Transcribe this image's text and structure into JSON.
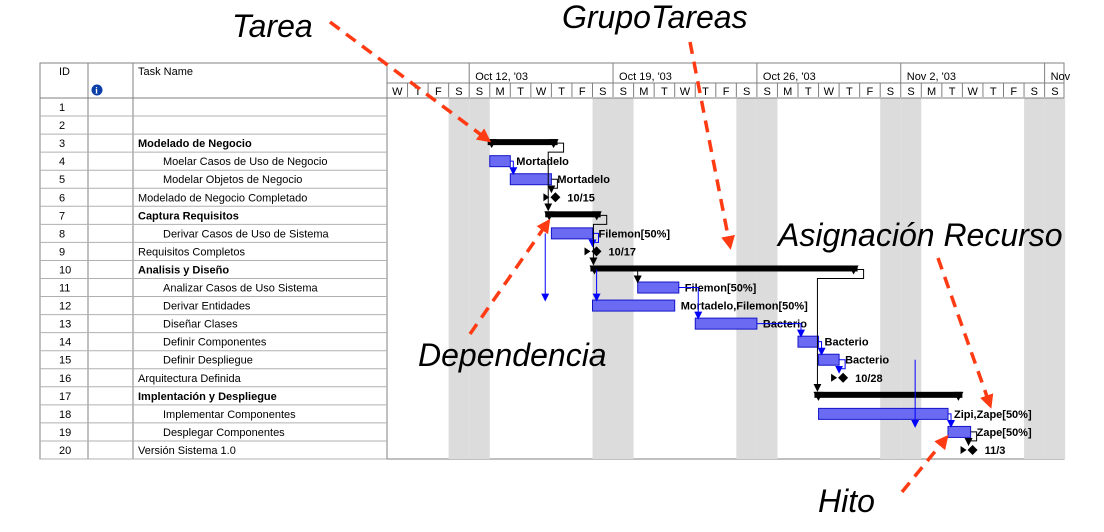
{
  "annotations": {
    "tarea": "Tarea",
    "grupo_tareas": "GrupoTareas",
    "asignacion_recurso": "Asignación Recurso",
    "dependencia": "Dependencia",
    "hito": "Hito"
  },
  "table": {
    "col_id": "ID",
    "col_name": "Task Name",
    "info_icon": "info-icon"
  },
  "timescale": {
    "weeks": [
      "Oct 12, '03",
      "Oct 19, '03",
      "Oct 26, '03",
      "Nov 2, '03",
      "Nov"
    ],
    "days": [
      "W",
      "T",
      "F",
      "S",
      "S",
      "M",
      "T",
      "W",
      "T",
      "F",
      "S",
      "S",
      "M",
      "T",
      "W",
      "T",
      "F",
      "S",
      "S",
      "M",
      "T",
      "W",
      "T",
      "F",
      "S",
      "S",
      "M",
      "T",
      "W",
      "T",
      "F",
      "S",
      "S"
    ]
  },
  "chart_data": {
    "type": "gantt",
    "tasks": [
      {
        "id": "1",
        "name": "",
        "bold": false,
        "indent": 0,
        "type": "empty"
      },
      {
        "id": "2",
        "name": "",
        "bold": false,
        "indent": 0,
        "type": "empty"
      },
      {
        "id": "3",
        "name": "Modelado de Negocio",
        "bold": true,
        "indent": 0,
        "type": "summary",
        "start": 4.9,
        "end": 8.3
      },
      {
        "id": "4",
        "name": "Moelar Casos de Uso de Negocio",
        "bold": false,
        "indent": 1,
        "type": "task",
        "start": 5.0,
        "end": 6.0,
        "label": "Mortadelo"
      },
      {
        "id": "5",
        "name": "Modelar Objetos de Negocio",
        "bold": false,
        "indent": 1,
        "type": "task",
        "start": 6.0,
        "end": 8.0,
        "label": "Mortadelo"
      },
      {
        "id": "6",
        "name": "Modelado de Negocio Completado",
        "bold": false,
        "indent": 0,
        "type": "milestone",
        "start": 8.0,
        "label": "10/15"
      },
      {
        "id": "7",
        "name": "Captura Requisitos",
        "bold": true,
        "indent": 0,
        "type": "summary",
        "start": 7.7,
        "end": 10.4
      },
      {
        "id": "8",
        "name": "Derivar Casos de Uso de Sistema",
        "bold": false,
        "indent": 1,
        "type": "task",
        "start": 8.0,
        "end": 10.0,
        "label": "Filemon[50%]"
      },
      {
        "id": "9",
        "name": "Requisitos Completos",
        "bold": false,
        "indent": 0,
        "type": "milestone",
        "start": 10.0,
        "label": "10/17"
      },
      {
        "id": "10",
        "name": "Analisis y Diseño",
        "bold": true,
        "indent": 0,
        "type": "summary",
        "start": 9.9,
        "end": 22.9
      },
      {
        "id": "11",
        "name": "Analizar Casos de Uso Sistema",
        "bold": false,
        "indent": 1,
        "type": "task",
        "start": 12.2,
        "end": 14.2,
        "label": "Filemon[50%]"
      },
      {
        "id": "12",
        "name": "Derivar Entidades",
        "bold": false,
        "indent": 1,
        "type": "task",
        "start": 10.0,
        "end": 14.0,
        "label": "Mortadelo,Filemon[50%]"
      },
      {
        "id": "13",
        "name": "Diseñar Clases",
        "bold": false,
        "indent": 1,
        "type": "task",
        "start": 15.0,
        "end": 18.0,
        "label": "Bacterio"
      },
      {
        "id": "14",
        "name": "Definir Componentes",
        "bold": false,
        "indent": 1,
        "type": "task",
        "start": 20.0,
        "end": 21.0,
        "label": "Bacterio"
      },
      {
        "id": "15",
        "name": "Definir Despliegue",
        "bold": false,
        "indent": 1,
        "type": "task",
        "start": 21.0,
        "end": 22.0,
        "label": "Bacterio"
      },
      {
        "id": "16",
        "name": "Arquitectura Definida",
        "bold": false,
        "indent": 0,
        "type": "milestone",
        "start": 22.0,
        "label": "10/28"
      },
      {
        "id": "17",
        "name": "Implentación y Despliegue",
        "bold": true,
        "indent": 0,
        "type": "summary",
        "start": 20.8,
        "end": 28.0
      },
      {
        "id": "18",
        "name": "Implementar Componentes",
        "bold": false,
        "indent": 1,
        "type": "task",
        "start": 21.0,
        "end": 27.3,
        "label": "Zipi,Zape[50%]"
      },
      {
        "id": "19",
        "name": "Desplegar Componentes",
        "bold": false,
        "indent": 1,
        "type": "task",
        "start": 27.3,
        "end": 28.4,
        "label": "Zape[50%]"
      },
      {
        "id": "20",
        "name": "Versión Sistema 1.0",
        "bold": false,
        "indent": 0,
        "type": "milestone",
        "start": 28.3,
        "label": "11/3"
      }
    ]
  }
}
